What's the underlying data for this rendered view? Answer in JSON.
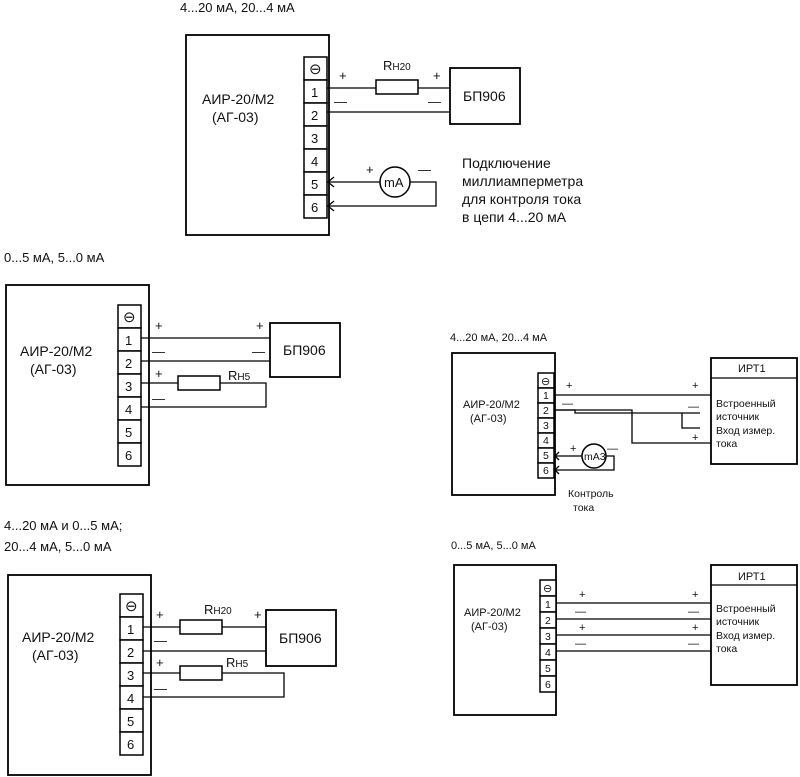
{
  "diagrams": [
    {
      "title": "4...20 мА, 20...4 мА",
      "device_line1": "АИР-20/М2",
      "device_line2": "(АГ-03)",
      "terminals": [
        "1",
        "2",
        "3",
        "4",
        "5",
        "6"
      ],
      "ground_symbol": "⊖",
      "resistor_main": "R",
      "resistor_sub": "H20",
      "power_supply": "БП906",
      "meter": "mA",
      "note_line1": "Подключение",
      "note_line2": "миллиамперметра",
      "note_line3": "для контроля тока",
      "note_line4": "в цепи 4...20 мА"
    },
    {
      "title": "0...5 мА, 5...0 мА",
      "device_line1": "АИР-20/М2",
      "device_line2": "(АГ-03)",
      "terminals": [
        "1",
        "2",
        "3",
        "4",
        "5",
        "6"
      ],
      "ground_symbol": "⊖",
      "resistor_main": "R",
      "resistor_sub": "H5",
      "power_supply": "БП906"
    },
    {
      "title_line1": "4...20 мА и 0...5 мА;",
      "title_line2": "20...4 мА, 5...0 мА",
      "device_line1": "АИР-20/М2",
      "device_line2": "(АГ-03)",
      "terminals": [
        "1",
        "2",
        "3",
        "4",
        "5",
        "6"
      ],
      "ground_symbol": "⊖",
      "resistor1_main": "R",
      "resistor1_sub": "H20",
      "resistor2_main": "R",
      "resistor2_sub": "H5",
      "power_supply": "БП906"
    },
    {
      "title": "4...20 мА, 20...4 мА",
      "device_line1": "АИР-20/М2",
      "device_line2": "(АГ-03)",
      "terminals": [
        "1",
        "2",
        "3",
        "4",
        "5",
        "6"
      ],
      "ground_symbol": "⊖",
      "irt_title": "ИРТ1",
      "irt_line1": "Встроенный",
      "irt_line2": "источник",
      "irt_line3": "Вход измер.",
      "irt_line4": "тока",
      "meter": "mA3",
      "note_line1": "Контроль",
      "note_line2": "тока"
    },
    {
      "title": "0...5 мА, 5...0 мА",
      "device_line1": "АИР-20/М2",
      "device_line2": "(АГ-03)",
      "terminals": [
        "1",
        "2",
        "3",
        "4",
        "5",
        "6"
      ],
      "ground_symbol": "⊖",
      "irt_title": "ИРТ1",
      "irt_line1": "Встроенный",
      "irt_line2": "источник",
      "irt_line3": "Вход измер.",
      "irt_line4": "тока"
    }
  ],
  "signs": {
    "plus": "+",
    "minus": "—"
  }
}
